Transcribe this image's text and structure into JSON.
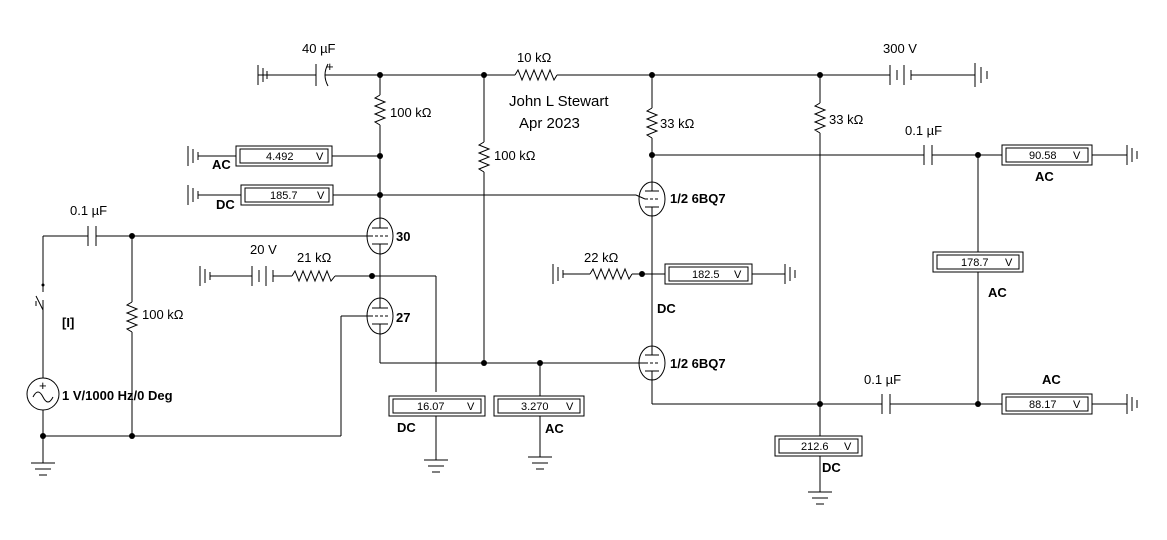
{
  "credit": {
    "author": "John L Stewart",
    "date": "Apr 2023"
  },
  "components": {
    "c_input": "0.1 µF",
    "c_filter": "40 µF",
    "c_out_top": "0.1 µF",
    "c_out_bot": "0.1 µF",
    "r_series": "10 kΩ",
    "r_load30": "100 kΩ",
    "r_bias": "100 kΩ",
    "r_grid": "100 kΩ",
    "r_plate_top": "33 kΩ",
    "r_plate_bot": "33 kΩ",
    "r_cath27": "21 kΩ",
    "r_grid6bq7": "22 kΩ",
    "b_supply": "300 V",
    "b_bias": "20 V",
    "tube_30": "30",
    "tube_27": "27",
    "tube_top": "1/2 6BQ7",
    "tube_bot": "1/2 6BQ7",
    "source": "1 V/1000 Hz/0 Deg",
    "switch": "[I]"
  },
  "meters": {
    "m1": {
      "value": "4.492",
      "unit": "V",
      "mode": "AC"
    },
    "m2": {
      "value": "185.7",
      "unit": "V",
      "mode": "DC"
    },
    "m3": {
      "value": "16.07",
      "unit": "V",
      "mode": "DC"
    },
    "m4": {
      "value": "3.270",
      "unit": "V",
      "mode": "AC"
    },
    "m5": {
      "value": "182.5",
      "unit": "V",
      "mode": "DC"
    },
    "m6": {
      "value": "212.6",
      "unit": "V",
      "mode": "DC"
    },
    "m7": {
      "value": "90.58",
      "unit": "V",
      "mode": "AC"
    },
    "m8": {
      "value": "178.7",
      "unit": "V",
      "mode": "AC"
    },
    "m9": {
      "value": "88.17",
      "unit": "V",
      "mode": "AC"
    }
  }
}
